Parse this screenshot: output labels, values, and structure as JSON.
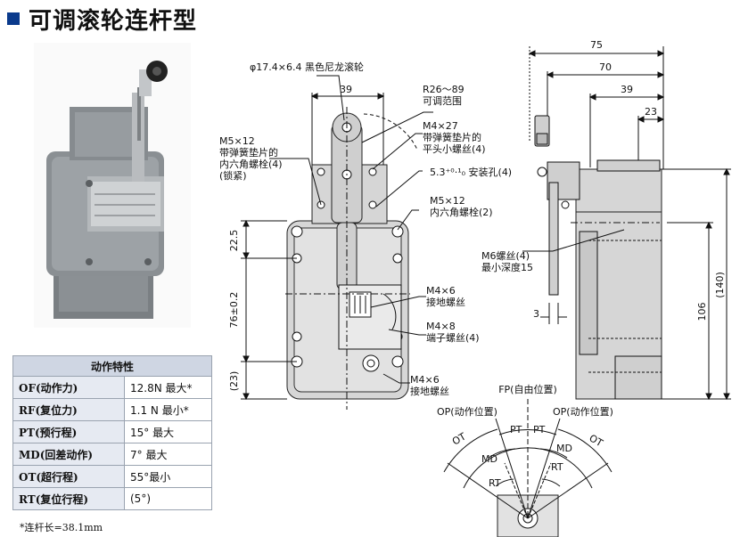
{
  "title": "可调滚轮连杆型",
  "spec_table": {
    "header": "动作特性",
    "rows": [
      {
        "label": "OF(动作力)",
        "value": "12.8N 最大*"
      },
      {
        "label": "RF(复位力)",
        "value": "1.1 N 最小*"
      },
      {
        "label": "PT(预行程)",
        "value": "15° 最大"
      },
      {
        "label": "MD(回差动作)",
        "value": "7° 最大"
      },
      {
        "label": "OT(超行程)",
        "value": "55°最小"
      },
      {
        "label": "RT(复位行程)",
        "value": "(5°)"
      }
    ]
  },
  "note": "*连杆长=38.1mm",
  "front": {
    "dim_top": "39",
    "roller": "φ17.4×6.4 黑色尼龙滚轮",
    "r_range": "R26～89",
    "r_range2": "可调范围",
    "m5_12_a": "M5×12",
    "m5_12_b": "带弹簧垫片的",
    "m5_12_c": "内六角螺栓(4)",
    "m5_12_d": "(锁紧)",
    "m4_27_a": "M4×27",
    "m4_27_b": "带弹簧垫片的",
    "m4_27_c": "平头小螺丝(4)",
    "hole": "5.3⁺⁰·¹₀ 安装孔(4)",
    "m5_12_2a": "M5×12",
    "m5_12_2b": "内六角螺栓(2)",
    "m6a": "M6螺丝(4)",
    "m6b": "最小深度15",
    "m4_6a": "M4×6",
    "m4_6b": "接地螺丝",
    "m4_8a": "M4×8",
    "m4_8b": "端子螺丝(4)",
    "m4_6c": "M4×6",
    "m4_6d": "接地螺丝",
    "d22": "22.5",
    "d76": "76±0.2",
    "d23": "(23)"
  },
  "side": {
    "d75": "75",
    "d70": "70",
    "d39": "39",
    "d23": "23",
    "d140": "(140)",
    "d106": "106",
    "d3": "3"
  },
  "stroke": {
    "fp": "FP(自由位置)",
    "op_l": "OP(动作位置)",
    "op_r": "OP(动作位置)",
    "pt": "PT",
    "ot": "OT",
    "md": "MD",
    "rt": "RT"
  }
}
